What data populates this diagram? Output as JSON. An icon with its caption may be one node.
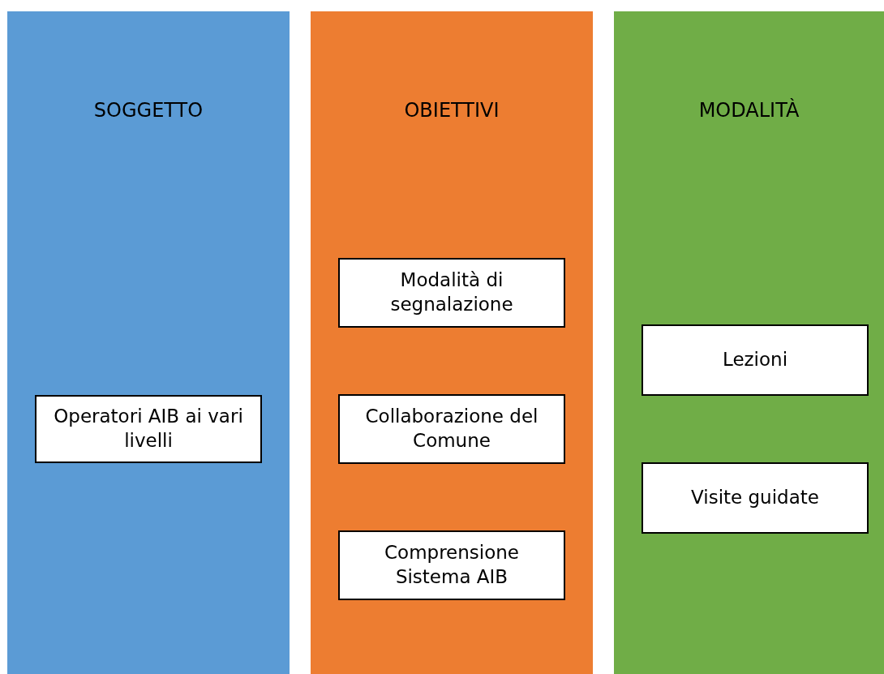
{
  "diagram": {
    "nodes": [
      {
        "text": [
          "SOGGETTO"
        ]
      },
      {
        "text": [
          "Operatori AIB ai vari livelli"
        ],
        "in": 0
      },
      {
        "text": [
          "OBIETTIVI"
        ]
      },
      {
        "text": [
          "Modalità di segnalazione"
        ],
        "in": 2
      },
      {
        "text": [
          "Collaborazione del Comune"
        ],
        "in": 2
      },
      {
        "text": [
          "Comprensione Sistema AIB"
        ],
        "in": 2
      },
      {
        "text": [
          "MODALITÀ"
        ]
      },
      {
        "text": [
          "Lezioni"
        ],
        "in": 6
      },
      {
        "text": [
          "Visite guidate"
        ],
        "in": 6
      }
    ]
  }
}
